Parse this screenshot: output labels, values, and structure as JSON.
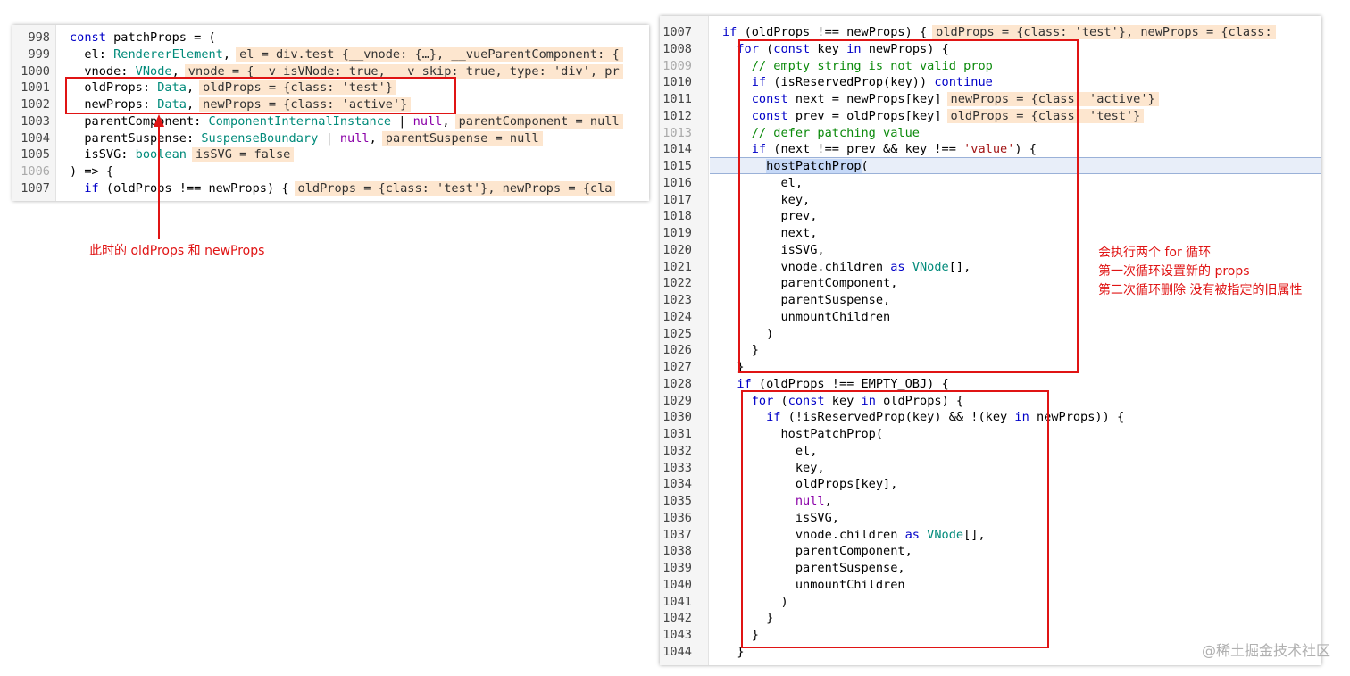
{
  "left_editor": {
    "lines": [
      {
        "n": "998",
        "segs": [
          [
            "k",
            "const "
          ],
          [
            "fn",
            "patchProps = ("
          ]
        ]
      },
      {
        "n": "999",
        "segs": [
          [
            "",
            "  el: "
          ],
          [
            "ty",
            "RendererElement"
          ],
          [
            "",
            ","
          ],
          [
            "dbg",
            "el = div.test {__vnode: {…}, __vueParentComponent: {"
          ]
        ]
      },
      {
        "n": "1000",
        "segs": [
          [
            "",
            "  vnode: "
          ],
          [
            "ty",
            "VNode"
          ],
          [
            "",
            ","
          ],
          [
            "dbg",
            "vnode = {__v_isVNode: true, __v_skip: true, type: 'div', pr"
          ]
        ]
      },
      {
        "n": "1001",
        "segs": [
          [
            "",
            "  oldProps: "
          ],
          [
            "ty",
            "Data"
          ],
          [
            "",
            ","
          ],
          [
            "dbg",
            "oldProps = {class: 'test'}"
          ]
        ]
      },
      {
        "n": "1002",
        "segs": [
          [
            "",
            "  newProps: "
          ],
          [
            "ty",
            "Data"
          ],
          [
            "",
            ","
          ],
          [
            "dbg",
            "newProps = {class: 'active'}"
          ]
        ]
      },
      {
        "n": "1003",
        "segs": [
          [
            "",
            "  parentComponent: "
          ],
          [
            "ty",
            "ComponentInternalInstance"
          ],
          [
            "",
            " | "
          ],
          [
            "nu",
            "null"
          ],
          [
            "",
            ","
          ],
          [
            "dbg",
            "parentComponent = null"
          ]
        ]
      },
      {
        "n": "1004",
        "segs": [
          [
            "",
            "  parentSuspense: "
          ],
          [
            "ty",
            "SuspenseBoundary"
          ],
          [
            "",
            " | "
          ],
          [
            "nu",
            "null"
          ],
          [
            "",
            ","
          ],
          [
            "dbg",
            "parentSuspense = null"
          ]
        ]
      },
      {
        "n": "1005",
        "segs": [
          [
            "",
            "  isSVG: "
          ],
          [
            "ty",
            "boolean"
          ],
          [
            "dbg",
            "isSVG = false"
          ]
        ]
      },
      {
        "n": "1006",
        "dim": true,
        "segs": [
          [
            "",
            ") => {"
          ]
        ]
      },
      {
        "n": "1007",
        "segs": [
          [
            "k",
            "  if "
          ],
          [
            "",
            "(oldProps !== newProps) {"
          ],
          [
            "dbg",
            "oldProps = {class: 'test'}, newProps = {cla"
          ]
        ]
      }
    ]
  },
  "right_editor": {
    "lines": [
      {
        "n": "1007",
        "segs": [
          [
            "k",
            "if "
          ],
          [
            "",
            "(oldProps !== newProps) {"
          ],
          [
            "dbg",
            "oldProps = {class: 'test'}, newProps = {class:"
          ]
        ]
      },
      {
        "n": "1008",
        "segs": [
          [
            "k",
            "  for "
          ],
          [
            "",
            "("
          ],
          [
            "k",
            "const "
          ],
          [
            "",
            "key "
          ],
          [
            "k",
            "in "
          ],
          [
            "",
            "newProps) {"
          ]
        ]
      },
      {
        "n": "1009",
        "dim": true,
        "segs": [
          [
            "cm",
            "    // empty string is not valid prop"
          ]
        ]
      },
      {
        "n": "1010",
        "segs": [
          [
            "k",
            "    if "
          ],
          [
            "",
            "(isReservedProp(key)) "
          ],
          [
            "k",
            "continue"
          ]
        ]
      },
      {
        "n": "1011",
        "segs": [
          [
            "k",
            "    const "
          ],
          [
            "",
            "next = newProps[key]"
          ],
          [
            "dbg",
            "newProps = {class: 'active'}"
          ]
        ]
      },
      {
        "n": "1012",
        "segs": [
          [
            "k",
            "    const "
          ],
          [
            "",
            "prev = oldProps[key]"
          ],
          [
            "dbg",
            "oldProps = {class: 'test'}"
          ]
        ]
      },
      {
        "n": "1013",
        "dim": true,
        "segs": [
          [
            "cm",
            "    // defer patching value"
          ]
        ]
      },
      {
        "n": "1014",
        "segs": [
          [
            "k",
            "    if "
          ],
          [
            "",
            "(next !== prev && key !== "
          ],
          [
            "st",
            "'value'"
          ],
          [
            "",
            ") {"
          ]
        ]
      },
      {
        "n": "1015",
        "segs": [
          [
            "",
            "      "
          ],
          [
            "sel",
            "hostPatchProp"
          ],
          [
            "",
            "("
          ]
        ]
      },
      {
        "n": "1016",
        "segs": [
          [
            "",
            "        el,"
          ]
        ]
      },
      {
        "n": "1017",
        "segs": [
          [
            "",
            "        key,"
          ]
        ]
      },
      {
        "n": "1018",
        "segs": [
          [
            "",
            "        prev,"
          ]
        ]
      },
      {
        "n": "1019",
        "segs": [
          [
            "",
            "        next,"
          ]
        ]
      },
      {
        "n": "1020",
        "segs": [
          [
            "",
            "        isSVG,"
          ]
        ]
      },
      {
        "n": "1021",
        "segs": [
          [
            "",
            "        vnode.children "
          ],
          [
            "k",
            "as "
          ],
          [
            "ty",
            "VNode"
          ],
          [
            "",
            "[],"
          ]
        ]
      },
      {
        "n": "1022",
        "segs": [
          [
            "",
            "        parentComponent,"
          ]
        ]
      },
      {
        "n": "1023",
        "segs": [
          [
            "",
            "        parentSuspense,"
          ]
        ]
      },
      {
        "n": "1024",
        "segs": [
          [
            "",
            "        unmountChildren"
          ]
        ]
      },
      {
        "n": "1025",
        "segs": [
          [
            "",
            "      )"
          ]
        ]
      },
      {
        "n": "1026",
        "segs": [
          [
            "",
            "    }"
          ]
        ]
      },
      {
        "n": "1027",
        "segs": [
          [
            "",
            "  }"
          ]
        ]
      },
      {
        "n": "1028",
        "segs": [
          [
            "k",
            "  if "
          ],
          [
            "",
            "(oldProps !== EMPTY_OBJ) {"
          ]
        ]
      },
      {
        "n": "1029",
        "segs": [
          [
            "k",
            "    for "
          ],
          [
            "",
            "("
          ],
          [
            "k",
            "const "
          ],
          [
            "",
            "key "
          ],
          [
            "k",
            "in "
          ],
          [
            "",
            "oldProps) {"
          ]
        ]
      },
      {
        "n": "1030",
        "segs": [
          [
            "k",
            "      if "
          ],
          [
            "",
            "(!isReservedProp(key) && !(key "
          ],
          [
            "k",
            "in "
          ],
          [
            "",
            "newProps)) {"
          ]
        ]
      },
      {
        "n": "1031",
        "segs": [
          [
            "",
            "        hostPatchProp("
          ]
        ]
      },
      {
        "n": "1032",
        "segs": [
          [
            "",
            "          el,"
          ]
        ]
      },
      {
        "n": "1033",
        "segs": [
          [
            "",
            "          key,"
          ]
        ]
      },
      {
        "n": "1034",
        "segs": [
          [
            "",
            "          oldProps[key],"
          ]
        ]
      },
      {
        "n": "1035",
        "segs": [
          [
            "nu",
            "          null"
          ],
          [
            "",
            ","
          ]
        ]
      },
      {
        "n": "1036",
        "segs": [
          [
            "",
            "          isSVG,"
          ]
        ]
      },
      {
        "n": "1037",
        "segs": [
          [
            "",
            "          vnode.children "
          ],
          [
            "k",
            "as "
          ],
          [
            "ty",
            "VNode"
          ],
          [
            "",
            "[],"
          ]
        ]
      },
      {
        "n": "1038",
        "segs": [
          [
            "",
            "          parentComponent,"
          ]
        ]
      },
      {
        "n": "1039",
        "segs": [
          [
            "",
            "          parentSuspense,"
          ]
        ]
      },
      {
        "n": "1040",
        "segs": [
          [
            "",
            "          unmountChildren"
          ]
        ]
      },
      {
        "n": "1041",
        "segs": [
          [
            "",
            "        )"
          ]
        ]
      },
      {
        "n": "1042",
        "segs": [
          [
            "",
            "      }"
          ]
        ]
      },
      {
        "n": "1043",
        "segs": [
          [
            "",
            "    }"
          ]
        ]
      },
      {
        "n": "1044",
        "segs": [
          [
            "",
            "  }"
          ]
        ]
      }
    ]
  },
  "annotations": {
    "left_note": "此时的 oldProps 和 newProps",
    "right_note_1": "会执行两个 for 循环",
    "right_note_2": "第一次循环设置新的 props",
    "right_note_3": "第二次循环删除 没有被指定的旧属性"
  },
  "watermark": "@稀土掘金技术社区",
  "colors": {
    "annotation_red": "#e01414",
    "keyword": "#0000c8",
    "type": "#008a7a",
    "comment": "#0b8a0b",
    "debug_bg": "#fde6cf"
  }
}
